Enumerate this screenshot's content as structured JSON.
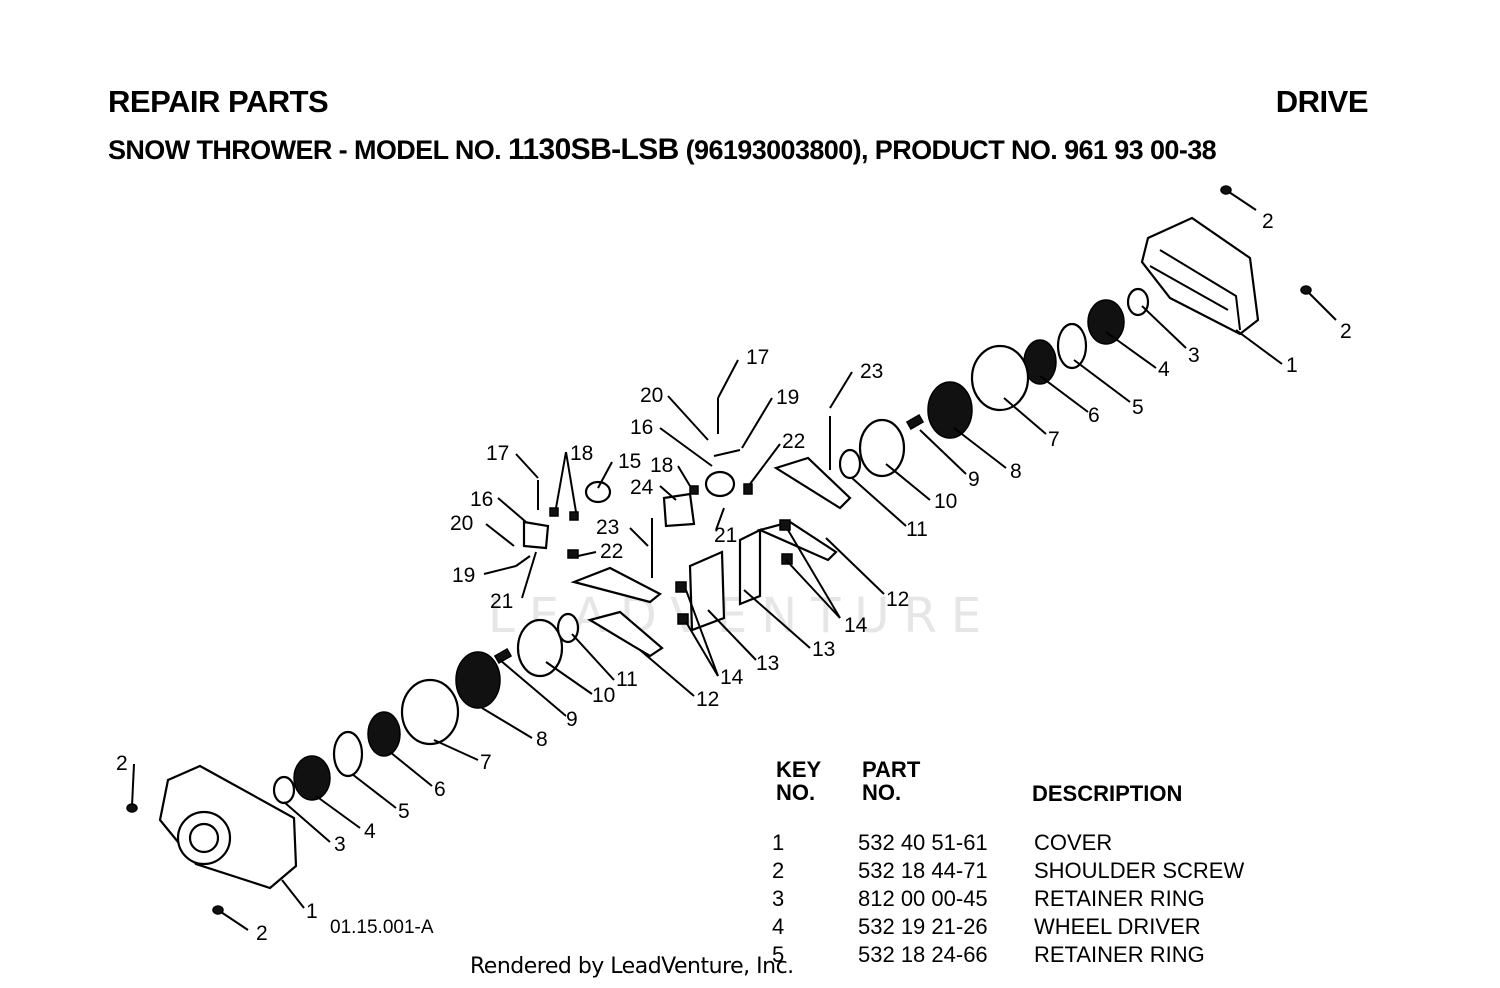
{
  "header": {
    "title": "REPAIR PARTS",
    "section": "DRIVE",
    "subtitle_prefix": "SNOW THROWER - MODEL NO. ",
    "model_no": "1130SB-LSB",
    "subtitle_suffix": " (96193003800), PRODUCT NO. 961 93 00-38"
  },
  "diagram": {
    "code": "01.15.001-A",
    "watermark": "LEADVENTURE",
    "callouts": [
      "1",
      "2",
      "3",
      "4",
      "5",
      "6",
      "7",
      "8",
      "9",
      "10",
      "11",
      "12",
      "13",
      "14",
      "15",
      "16",
      "17",
      "18",
      "19",
      "20",
      "21",
      "22",
      "23",
      "24"
    ]
  },
  "table": {
    "headers": {
      "key_line1": "KEY",
      "key_line2": "NO.",
      "part_line1": "PART",
      "part_line2": "NO.",
      "description": "DESCRIPTION"
    },
    "rows": [
      {
        "key": "1",
        "part": "532 40 51-61",
        "description": "COVER"
      },
      {
        "key": "2",
        "part": "532 18 44-71",
        "description": "SHOULDER SCREW"
      },
      {
        "key": "3",
        "part": "812 00 00-45",
        "description": "RETAINER RING"
      },
      {
        "key": "4",
        "part": "532 19 21-26",
        "description": "WHEEL DRIVER"
      },
      {
        "key": "5",
        "part": "532 18 24-66",
        "description": "RETAINER RING"
      }
    ]
  },
  "footer": {
    "credit": "Rendered by LeadVenture, Inc."
  }
}
